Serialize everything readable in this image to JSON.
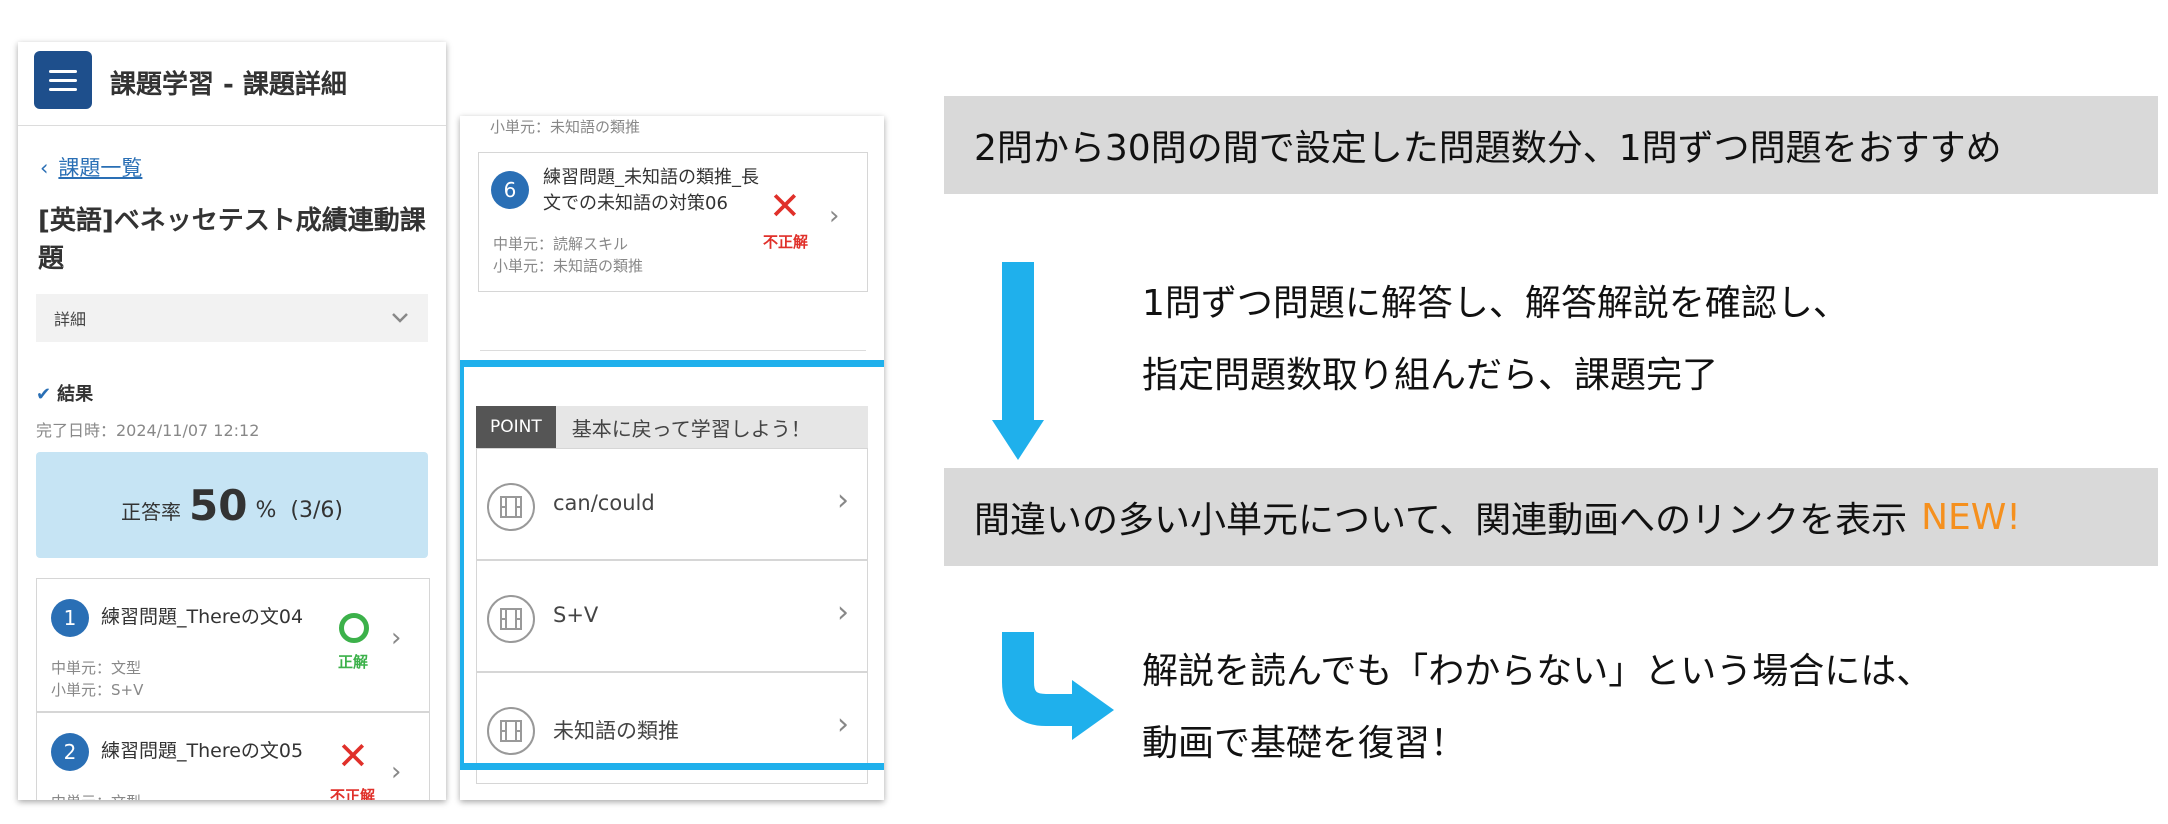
{
  "phone1": {
    "header_title": "課題学習 - 課題詳細",
    "back_link": "課題一覧",
    "task_title": "[英語]ベネッセテスト成績連動課題",
    "detail_label": "詳細",
    "result_label": "結果",
    "done_date": "完了日時：2024/11/07 12:12",
    "score": {
      "label": "正答率",
      "percent": "50",
      "percent_unit": "%",
      "fraction": "(3/6)"
    },
    "questions": [
      {
        "num": "1",
        "title": "練習問題_Thereの文04",
        "meta1": "中単元：文型",
        "meta2": "小単元：S+V",
        "result": "正解"
      },
      {
        "num": "2",
        "title": "練習問題_Thereの文05",
        "meta1": "中単元：文型",
        "result": "不正解"
      }
    ]
  },
  "phone2": {
    "fragment_meta": "小単元：未知語の類推",
    "question": {
      "num": "6",
      "title_line1": "練習問題_未知語の類推_長",
      "title_line2": "文での未知語の対策06",
      "meta1": "中単元：読解スキル",
      "meta2": "小単元：未知語の類推",
      "result": "不正解"
    },
    "point": {
      "tag": "POINT",
      "text": "基本に戻って学習しよう！",
      "videos": [
        "can/could",
        "S+V",
        "未知語の類推"
      ]
    }
  },
  "flow": {
    "band1": "2問から30問の間で設定した問題数分、1問ずつ問題をおすすめ",
    "step1_line1": "1問ずつ問題に解答し、解答解説を確認し、",
    "step1_line2": "指定問題数取り組んだら、課題完了",
    "band2": "間違いの多い小単元について、関連動画へのリンクを表示",
    "band2_new": "NEW!",
    "step2_line1": "解説を読んでも「わからない」という場合には、",
    "step2_line2": "動画で基礎を復習！"
  },
  "colors": {
    "accent": "#1fb0ec",
    "nav": "#1e4f8c",
    "correct": "#3cb14a",
    "wrong": "#e0302a",
    "new": "#f5901e"
  }
}
